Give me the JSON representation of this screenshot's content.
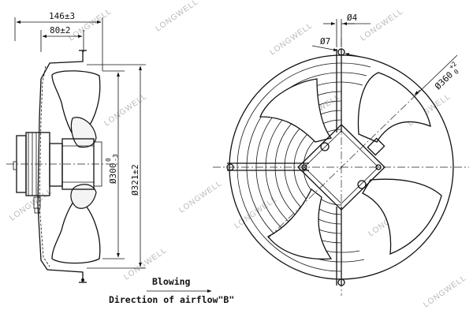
{
  "side_view": {
    "dim_total_depth": "146±3",
    "dim_half_depth": "80±2",
    "dim_inner_diameter_main": "Ø300",
    "dim_inner_diameter_tol_upper": "0",
    "dim_inner_diameter_tol_lower": "-3",
    "dim_outer_diameter": "Ø321±2"
  },
  "front_view": {
    "dim_wire": "Ø4",
    "dim_hole": "Ø7",
    "dim_overall_main": "Ø360",
    "dim_overall_tol_upper": "+2",
    "dim_overall_tol_lower": "0"
  },
  "caption": {
    "mode": "Blowing",
    "airflow": "Direction of airflow\"B\""
  },
  "watermark": "LONGWELL"
}
